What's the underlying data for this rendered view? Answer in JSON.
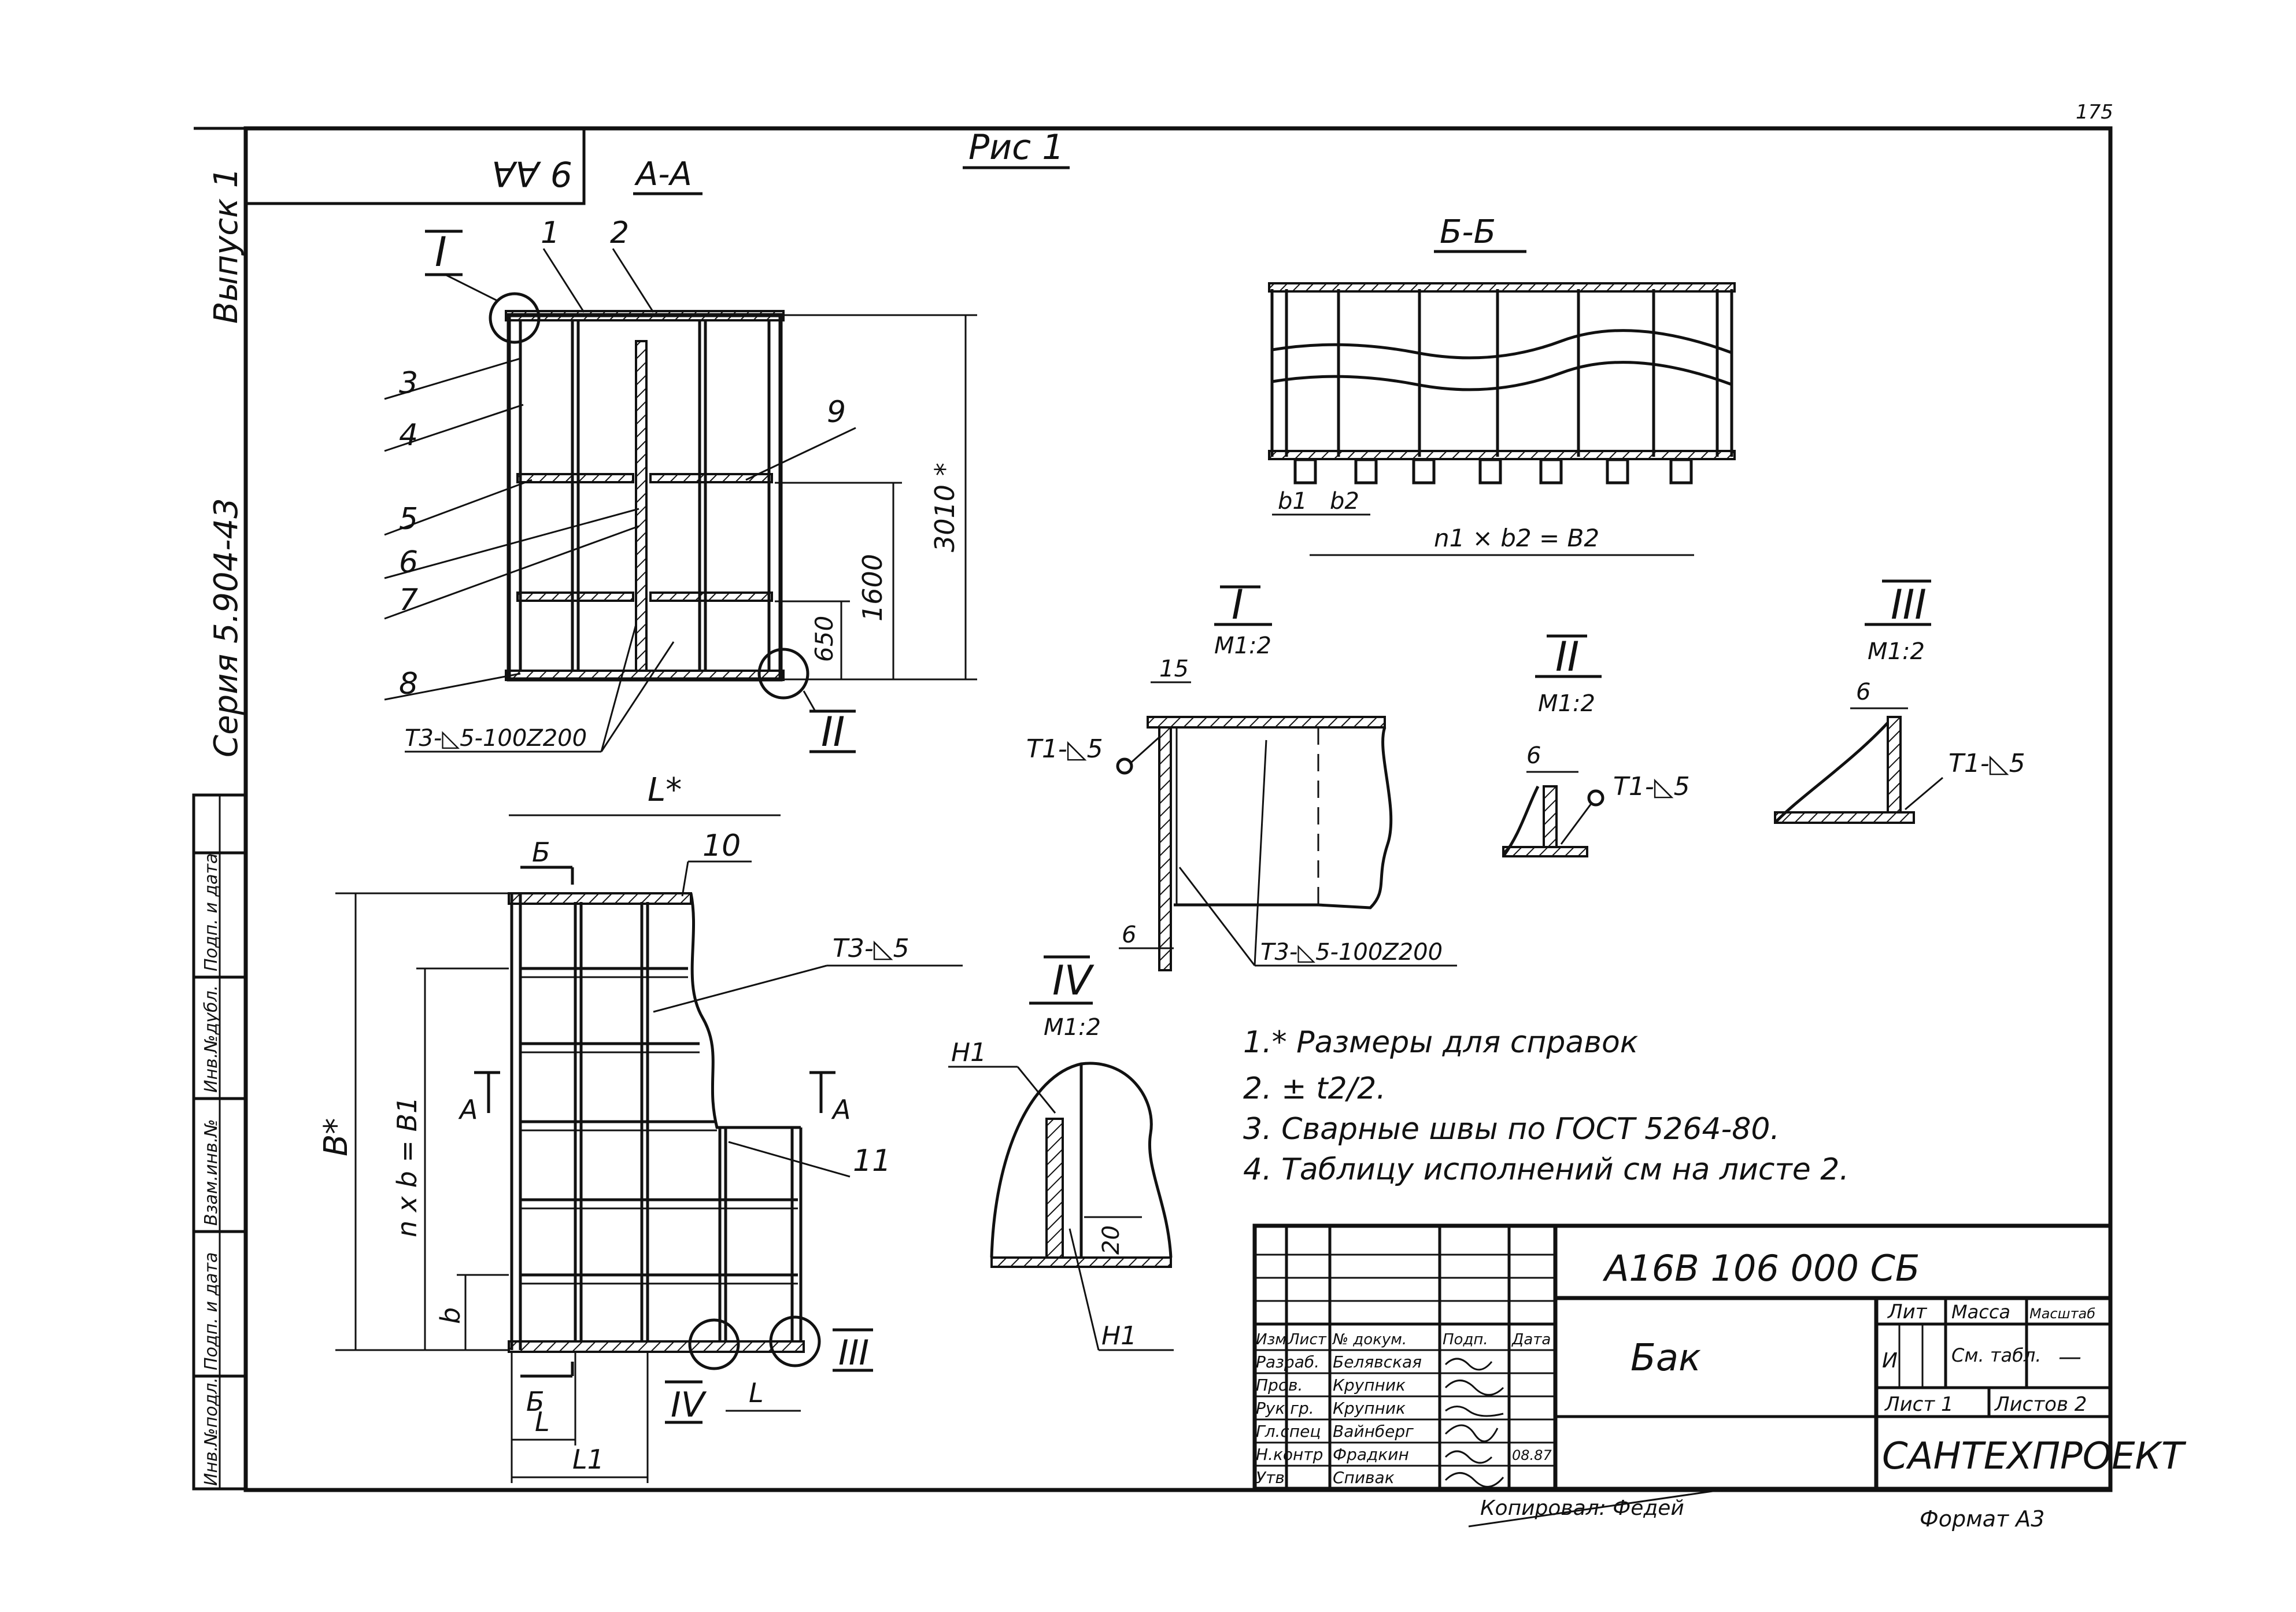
{
  "sheet": {
    "page_number": "175",
    "figure_caption": "Рис 1",
    "side_issue": "Выпуск 1",
    "side_series": "Серия 5.904-43",
    "corner_stamp": "9 АА"
  },
  "section_aa": {
    "title": "А-А",
    "node_I": "I",
    "node_II": "II",
    "callouts": [
      "1",
      "2",
      "3",
      "4",
      "5",
      "6",
      "7",
      "8",
      "9"
    ],
    "dim_total": "3010 *",
    "dim_1600": "1600",
    "dim_650": "650",
    "weld_label": "Т3-◺5-100Z200"
  },
  "section_bb": {
    "title": "Б-Б",
    "dim_b1": "b1",
    "dim_b2": "b2",
    "dim_formula": "n1 × b2 = B2"
  },
  "plan": {
    "dim_L": "L*",
    "dim_B": "B*",
    "dim_nb": "n x b = B1",
    "dim_b": "b",
    "dim_L_bottom": "L",
    "dim_L1": "L1",
    "dim_L_right": "L",
    "cut_B_top": "Б",
    "cut_B_bottom": "Б",
    "cut_A_left": "А",
    "cut_A_right": "А",
    "callout_10": "10",
    "callout_11": "11",
    "weld_T3": "Т3-◺5",
    "node_IV": "IV",
    "node_III": "III"
  },
  "detail_I": {
    "title": "I",
    "scale": "М1:2",
    "dim_15": "15",
    "dim_6": "6",
    "weld_T1": "Т1-◺5",
    "weld_T3": "Т3-◺5-100Z200"
  },
  "detail_II": {
    "title": "II",
    "scale": "М1:2",
    "dim_6": "6",
    "weld_T1": "Т1-◺5"
  },
  "detail_III": {
    "title": "III",
    "scale": "М1:2",
    "dim_6": "6",
    "weld_T1": "Т1-◺5"
  },
  "detail_IV": {
    "title": "IV",
    "scale": "М1:2",
    "label_H1_top": "Н1",
    "label_H1_bottom": "Н1",
    "dim_20": "20"
  },
  "notes": [
    "1.* Размеры для справок",
    "2. ± t2/2.",
    "3. Сварные швы по ГОСТ 5264-80.",
    "4. Таблицу исполнений см на листе 2."
  ],
  "title_block": {
    "designation": "А16В 106 000 СБ",
    "name": "Бак",
    "head_lit": "Лит",
    "head_mass": "Масса",
    "head_scale": "Масштаб",
    "lit_value": "И",
    "mass_value": "См. табл.",
    "scale_value": "—",
    "sheet": "Лист 1",
    "sheets": "Листов 2",
    "company": "САНТЕХПРОЕКТ",
    "format": "Формат А3",
    "copied": "Копировал: Федей",
    "header_cols": [
      "Изм",
      "Лист",
      "№ докум.",
      "Подп.",
      "Дата"
    ],
    "rows": [
      {
        "role": "Разраб.",
        "name": "Белявская"
      },
      {
        "role": "Пров.",
        "name": "Крупник"
      },
      {
        "role": "Рук.гр.",
        "name": "Крупник"
      },
      {
        "role": "Гл.спец",
        "name": "Вайнберг"
      },
      {
        "role": "Н.контр",
        "name": "Фрадкин"
      },
      {
        "role": "Утв.",
        "name": "Спивак"
      }
    ],
    "date_value": "08.87"
  },
  "side_stamp": [
    "Инв.№подл.",
    "Подп. и дата",
    "Взам.инв.№",
    "Инв.№дубл.",
    "Подп. и дата"
  ]
}
